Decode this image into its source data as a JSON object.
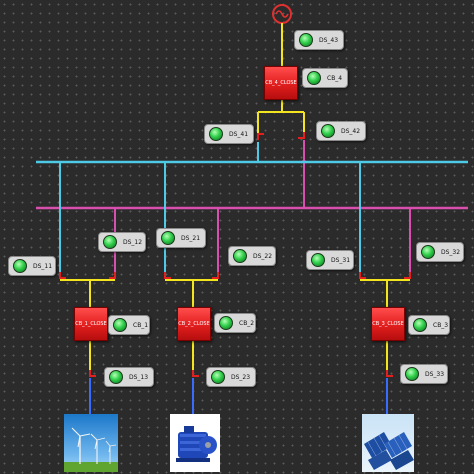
{
  "colors": {
    "busbar_cyan": "#4ec9e6",
    "busbar_magenta": "#d94fb0",
    "feeder_yellow": "#f2e51e",
    "switch_red": "#e22020",
    "source_red": "#e0302f",
    "led_green": "#2fcf4a"
  },
  "source": {
    "icon": "ac-generator-icon"
  },
  "main_feeder": {
    "disconnector_top": "DS_43",
    "breaker": "CB_4_CLOSE",
    "breaker_status": "CB_4",
    "disconnector_left": "DS_41",
    "disconnector_right": "DS_42"
  },
  "feeders": [
    {
      "disconnector_a": "DS_11",
      "disconnector_b": "DS_12",
      "breaker": "CB_1_CLOSE",
      "breaker_status": "CB_1",
      "disconnector_load": "DS_13",
      "load_icon": "wind-turbine-icon"
    },
    {
      "disconnector_a": "DS_21",
      "disconnector_b": "DS_22",
      "breaker": "CB_2_CLOSE",
      "breaker_status": "CB_2",
      "disconnector_load": "DS_23",
      "load_icon": "electric-motor-icon"
    },
    {
      "disconnector_a": "DS_31",
      "disconnector_b": "DS_32",
      "breaker": "CB_3_CLOSE",
      "breaker_status": "CB_3",
      "disconnector_load": "DS_33",
      "load_icon": "solar-panel-icon"
    }
  ]
}
